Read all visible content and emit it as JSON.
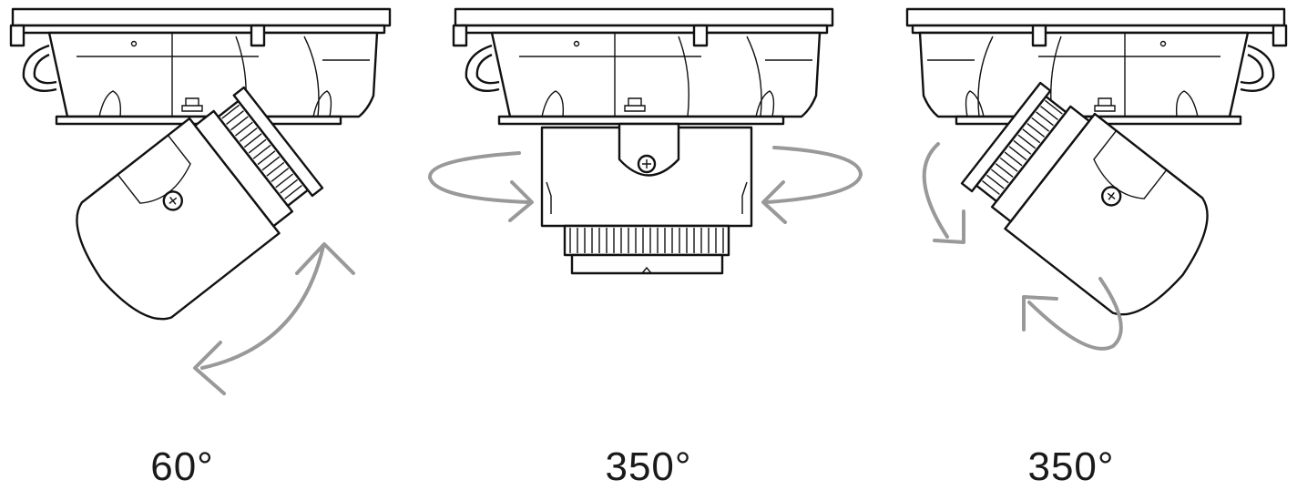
{
  "panels": [
    {
      "angle_label": "60°",
      "motion": "tilt"
    },
    {
      "angle_label": "350°",
      "motion": "pan"
    },
    {
      "angle_label": "350°",
      "motion": "rotate"
    }
  ],
  "colors": {
    "line": "#111111",
    "arrow": "#999999",
    "background": "#ffffff"
  }
}
